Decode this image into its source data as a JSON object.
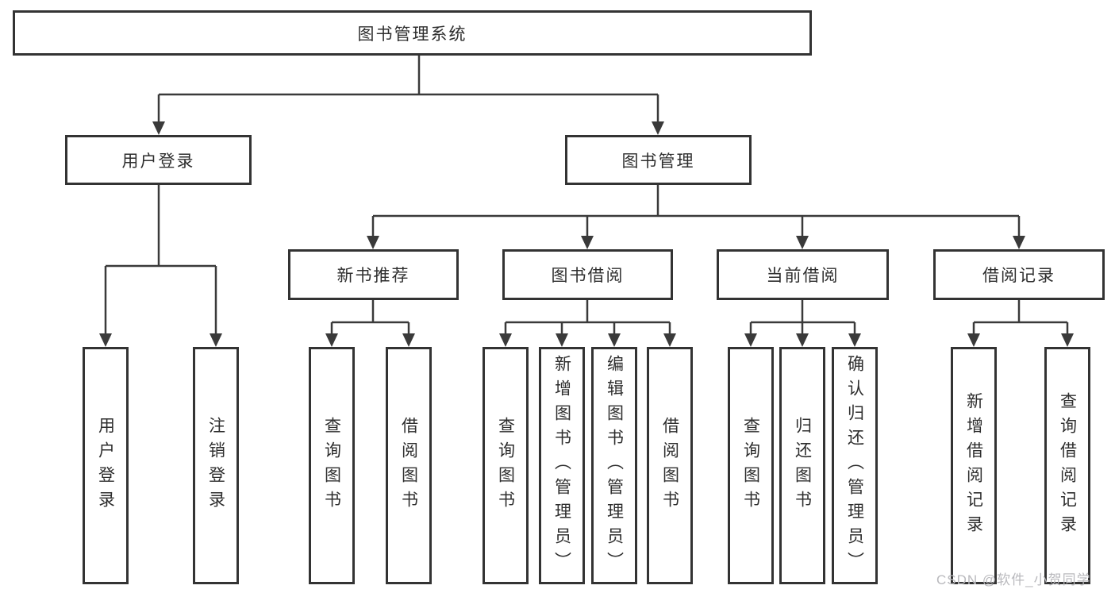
{
  "root": {
    "label": "图书管理系统"
  },
  "branches": {
    "user_login": {
      "label": "用户登录",
      "children": [
        "用户登录",
        "注销登录"
      ]
    },
    "book_management": {
      "label": "图书管理",
      "sections": [
        {
          "label": "新书推荐",
          "children": [
            "查询图书",
            "借阅图书"
          ]
        },
        {
          "label": "图书借阅",
          "children": [
            "查询图书",
            "新增图书（管理员）",
            "编辑图书（管理员）",
            "借阅图书"
          ]
        },
        {
          "label": "当前借阅",
          "children": [
            "查询图书",
            "归还图书",
            "确认归还（管理员）"
          ]
        },
        {
          "label": "借阅记录",
          "children": [
            "新增借阅记录",
            "查询借阅记录"
          ]
        }
      ]
    }
  },
  "watermark": "CSDN @软件_小贺同学",
  "colors": {
    "background": "#ffffff",
    "line": "#3a3a3a",
    "box_border": "#333333",
    "box_fill": "#ffffff",
    "text": "#2e2e2e",
    "watermark": "#b9b9bd"
  }
}
